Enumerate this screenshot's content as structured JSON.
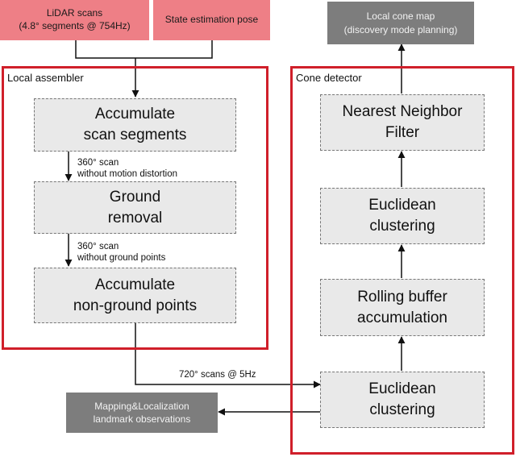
{
  "inputs": {
    "lidar": {
      "line1": "LiDAR scans",
      "line2": "(4.8° segments @ 754Hz)"
    },
    "pose": {
      "label": "State estimation pose"
    }
  },
  "outputs": {
    "cone_map": {
      "line1": "Local cone map",
      "line2": "(discovery mode planning)"
    },
    "mapping": {
      "line1": "Mapping&Localization",
      "line2": "landmark observations"
    }
  },
  "local_assembler": {
    "title": "Local assembler",
    "steps": [
      {
        "line1": "Accumulate",
        "line2": "scan segments"
      },
      {
        "line1": "Ground",
        "line2": "removal"
      },
      {
        "line1": "Accumulate",
        "line2": "non-ground points"
      }
    ],
    "edge_labels": [
      {
        "line1": "360° scan",
        "line2": "without motion distortion"
      },
      {
        "line1": "360° scan",
        "line2": "without ground points"
      }
    ]
  },
  "cone_detector": {
    "title": "Cone detector",
    "steps": [
      {
        "line1": "Nearest Neighbor",
        "line2": "Filter"
      },
      {
        "line1": "Euclidean",
        "line2": "clustering"
      },
      {
        "line1": "Rolling buffer",
        "line2": "accumulation"
      },
      {
        "line1": "Euclidean",
        "line2": "clustering"
      }
    ]
  },
  "transfer_label": "720° scans @ 5Hz",
  "colors": {
    "input": "#ee7f86",
    "output": "#7d7d7d",
    "group_border": "#d01f2a",
    "process_fill": "#e9e9e9"
  }
}
